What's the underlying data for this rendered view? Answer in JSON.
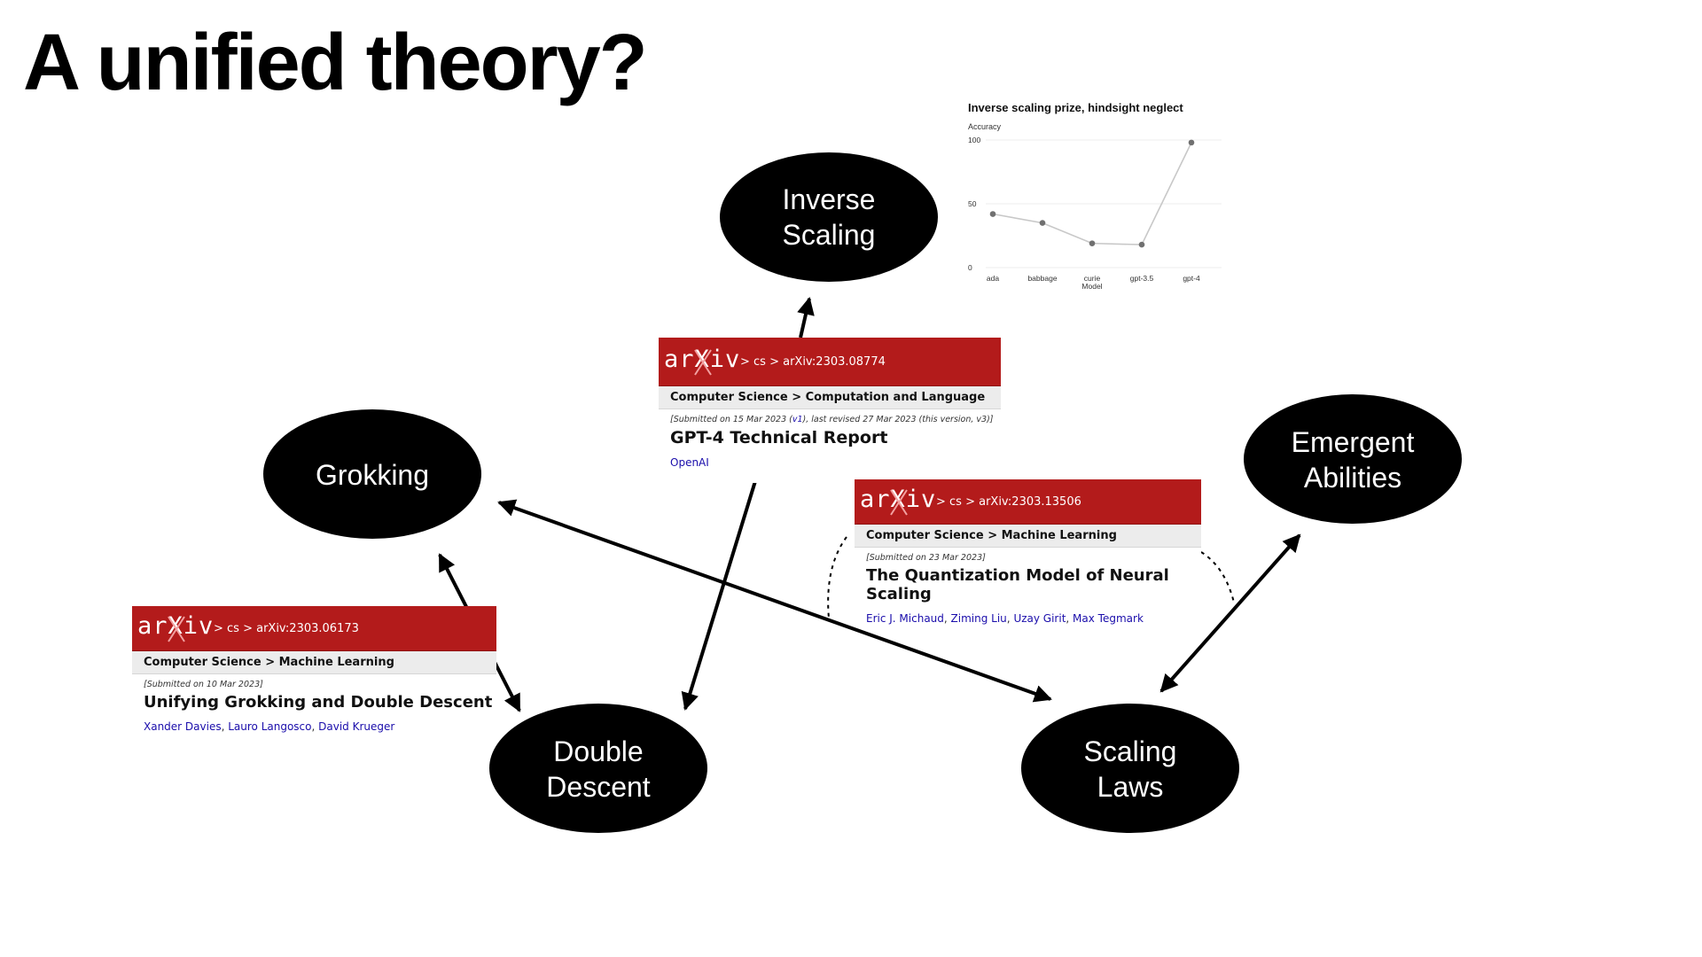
{
  "slide": {
    "title": "A unified theory?"
  },
  "nodes": {
    "inverse_scaling": {
      "line1": "Inverse",
      "line2": "Scaling"
    },
    "grokking": {
      "line1": "Grokking"
    },
    "emergent_abilities": {
      "line1": "Emergent",
      "line2": "Abilities"
    },
    "double_descent": {
      "line1": "Double",
      "line2": "Descent"
    },
    "scaling_laws": {
      "line1": "Scaling",
      "line2": "Laws"
    }
  },
  "papers": {
    "gpt4": {
      "logo": "arXiv",
      "path": "> cs > arXiv:2303.08774",
      "subject": "Computer Science > Computation and Language",
      "submitted_prefix": "[Submitted on 15 Mar 2023 (",
      "submitted_link": "v1",
      "submitted_suffix": "), last revised 27 Mar 2023 (this version, v3)]",
      "title": "GPT-4 Technical Report",
      "authors": [
        "OpenAI"
      ]
    },
    "quantization": {
      "logo": "arXiv",
      "path": "> cs > arXiv:2303.13506",
      "subject": "Computer Science > Machine Learning",
      "submitted": "[Submitted on 23 Mar 2023]",
      "title": "The Quantization Model of Neural Scaling",
      "authors": [
        "Eric J. Michaud",
        "Ziming Liu",
        "Uzay Girit",
        "Max Tegmark"
      ]
    },
    "grokking_dd": {
      "logo": "arXiv",
      "path": "> cs > arXiv:2303.06173",
      "subject": "Computer Science > Machine Learning",
      "submitted": "[Submitted on 10 Mar 2023]",
      "title": "Unifying Grokking and Double Descent",
      "authors": [
        "Xander Davies",
        "Lauro Langosco",
        "David Krueger"
      ]
    }
  },
  "chart_data": {
    "type": "line",
    "title": "Inverse scaling prize, hindsight neglect",
    "ylabel": "Accuracy",
    "xlabel": "Model",
    "categories": [
      "ada",
      "babbage",
      "curie",
      "gpt-3.5",
      "gpt-4"
    ],
    "values": [
      42,
      35,
      19,
      18,
      98
    ],
    "ylim": [
      0,
      100
    ],
    "yticks": [
      0,
      50,
      100
    ],
    "grid": true,
    "line_color": "#c8c8c8",
    "marker_color": "#707070"
  },
  "colors": {
    "arxiv_red": "#b31b1b",
    "node_fill": "#000000",
    "link_blue": "#1a0dab"
  }
}
